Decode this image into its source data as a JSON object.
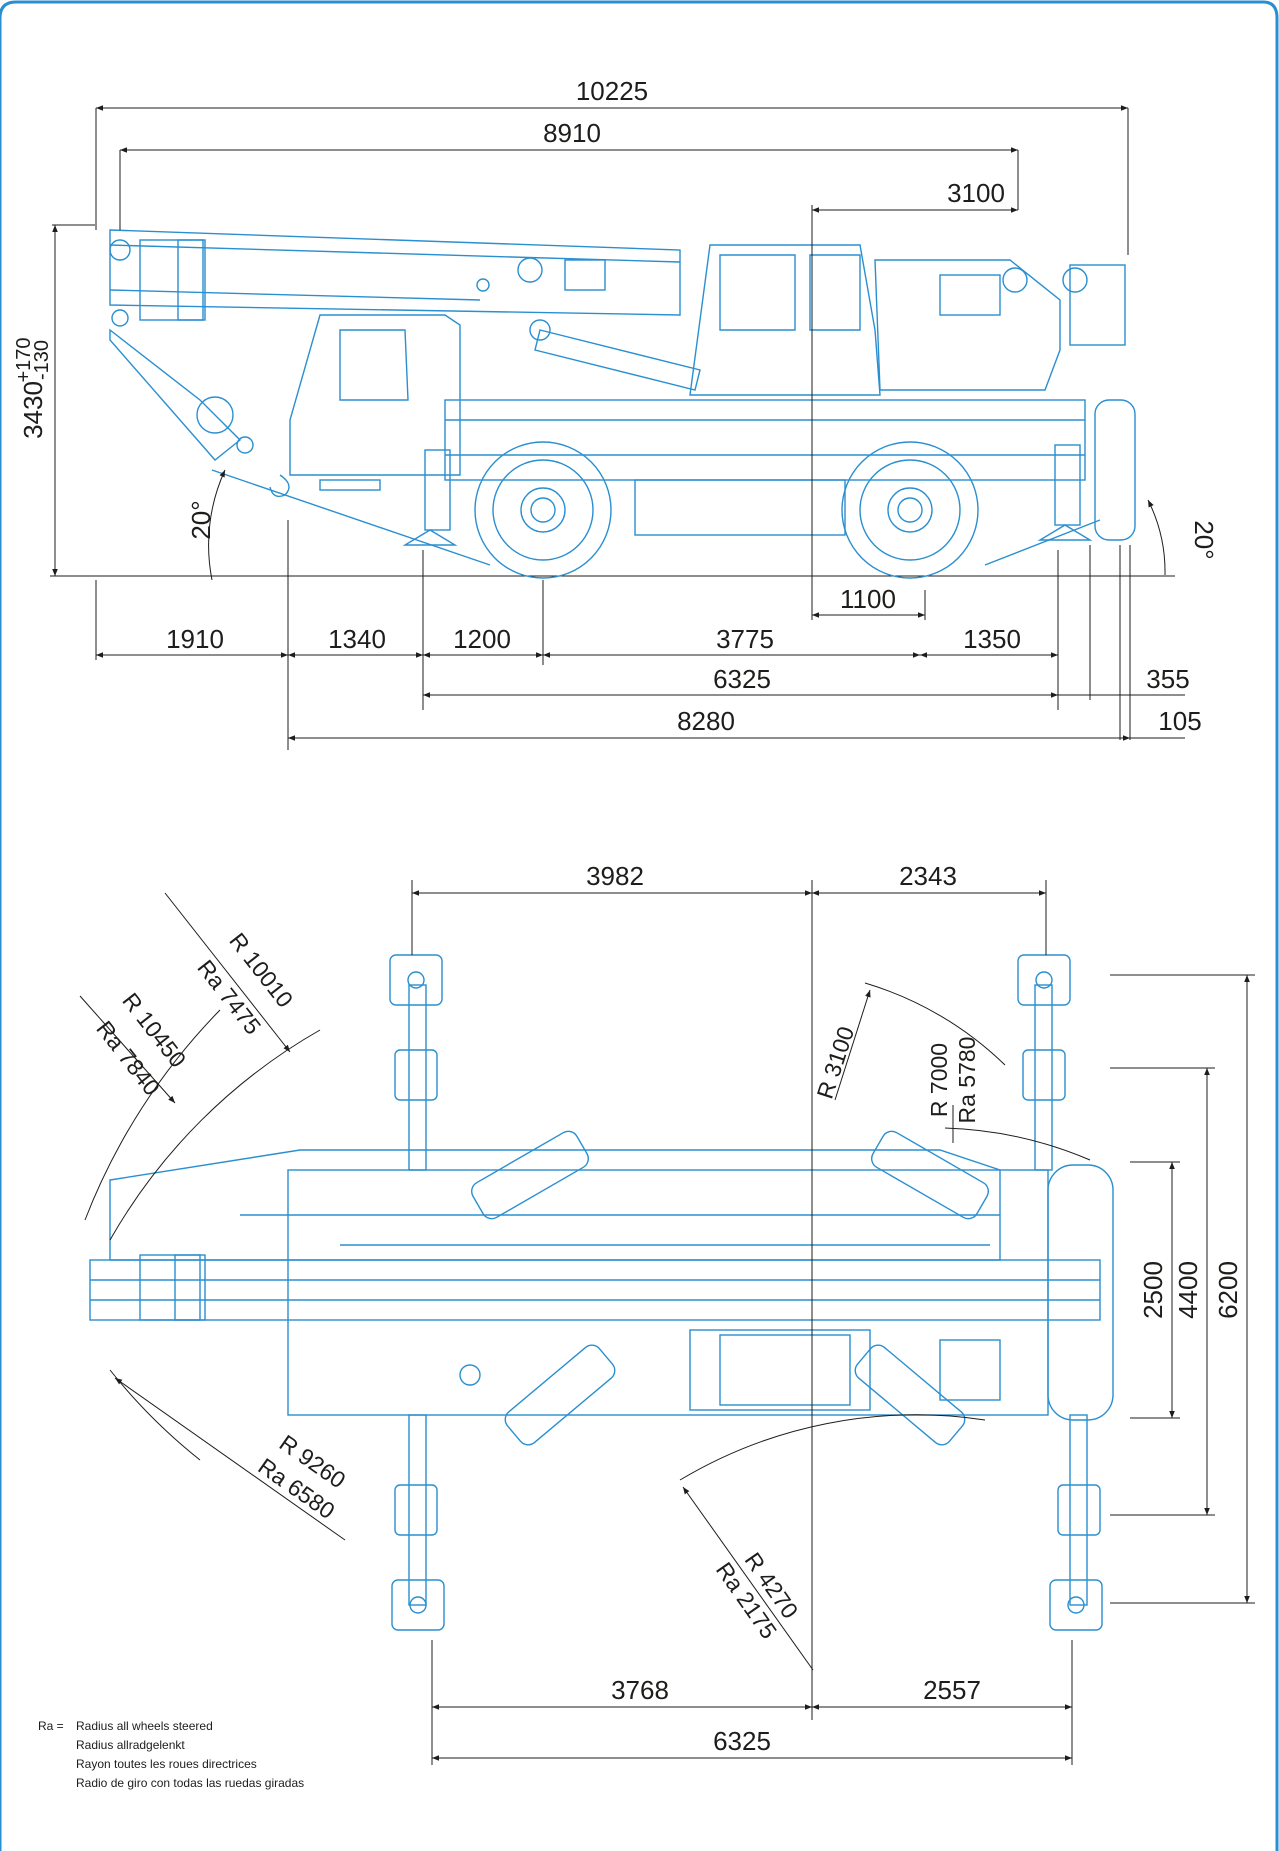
{
  "side_view": {
    "dims_top": [
      "10225",
      "8910",
      "3100"
    ],
    "height": "3430",
    "height_tol_plus": "+170",
    "height_tol_minus": "-130",
    "angle_front": "20°",
    "angle_rear": "20°",
    "dims_bottom": [
      "1100",
      "1910",
      "1340",
      "1200",
      "3775",
      "1350",
      "6325",
      "355",
      "8280",
      "105"
    ]
  },
  "plan_view": {
    "dims_top": [
      "3982",
      "2343"
    ],
    "dims_bottom": [
      "3768",
      "2557",
      "6325"
    ],
    "dims_right": [
      "2500",
      "4400",
      "6200"
    ],
    "radii": [
      {
        "r": "R 10010",
        "ra": "Ra 7475"
      },
      {
        "r": "R 10450",
        "ra": "Ra 7840"
      },
      {
        "r": "R 3100",
        "ra": ""
      },
      {
        "r": "R 7000",
        "ra": "Ra 5780"
      },
      {
        "r": "R 9260",
        "ra": "Ra 6580"
      },
      {
        "r": "R 4270",
        "ra": "Ra 2175"
      }
    ]
  },
  "legend": {
    "key": "Ra =",
    "lines": [
      "Radius all wheels steered",
      "Radius allradgelenkt",
      "Rayon toutes les roues directrices",
      "Radio de giro con todas las ruedas giradas"
    ]
  },
  "colors": {
    "frame": "#2a8fd0",
    "drawing": "#2a8fd0",
    "dimension": "#1d1d1b"
  }
}
